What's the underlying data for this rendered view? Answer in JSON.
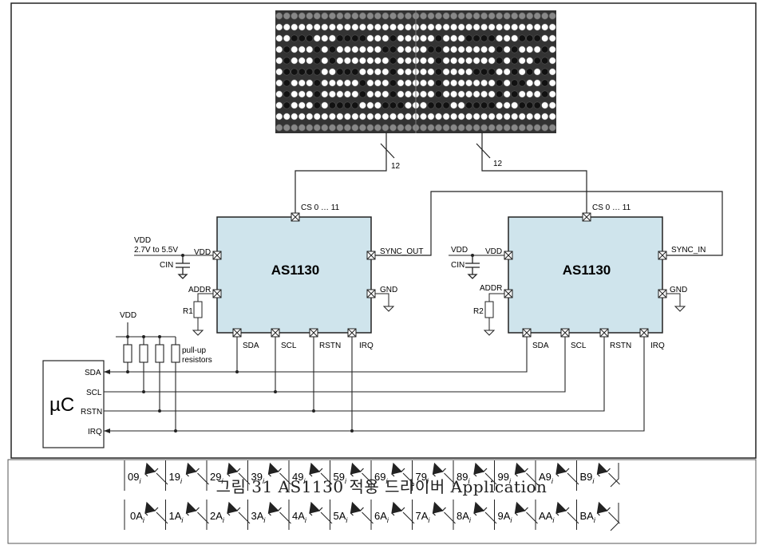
{
  "display": {
    "text": "AS1130",
    "bus_width": "12"
  },
  "chips": [
    {
      "name": "AS1130",
      "cs_label": "CS 0 … 11",
      "vdd_pin": "VDD",
      "sync_pin": "SYNC_OUT",
      "addr_pin": "ADDR",
      "gnd_pin": "GND",
      "resistor": "R1",
      "cap": "CIN",
      "bottom_pins": [
        "SDA",
        "SCL",
        "RSTN",
        "IRQ"
      ],
      "supply": "VDD",
      "supply_range": "2.7V to 5.5V"
    },
    {
      "name": "AS1130",
      "cs_label": "CS 0 … 11",
      "vdd_pin": "VDD",
      "sync_pin": "SYNC_IN",
      "addr_pin": "ADDR",
      "gnd_pin": "GND",
      "resistor": "R2",
      "cap": "CIN",
      "bottom_pins": [
        "SDA",
        "SCL",
        "RSTN",
        "IRQ"
      ],
      "supply": "VDD"
    }
  ],
  "pullup": {
    "supply": "VDD",
    "label_line1": "pull-up",
    "label_line2": "resistors"
  },
  "mcu": {
    "name": "µC",
    "pins": [
      "SDA",
      "SCL",
      "RSTN",
      "IRQ"
    ]
  },
  "led_matrix": {
    "row1": [
      "09",
      "19",
      "29",
      "39",
      "49",
      "59",
      "69",
      "79",
      "89",
      "99",
      "A9",
      "B9"
    ],
    "row2": [
      "0A",
      "1A",
      "2A",
      "3A",
      "4A",
      "5A",
      "6A",
      "7A",
      "8A",
      "9A",
      "AA",
      "BA"
    ],
    "subscript": "i"
  },
  "caption": "그림 31 AS1130 적용 드라이버 Application"
}
